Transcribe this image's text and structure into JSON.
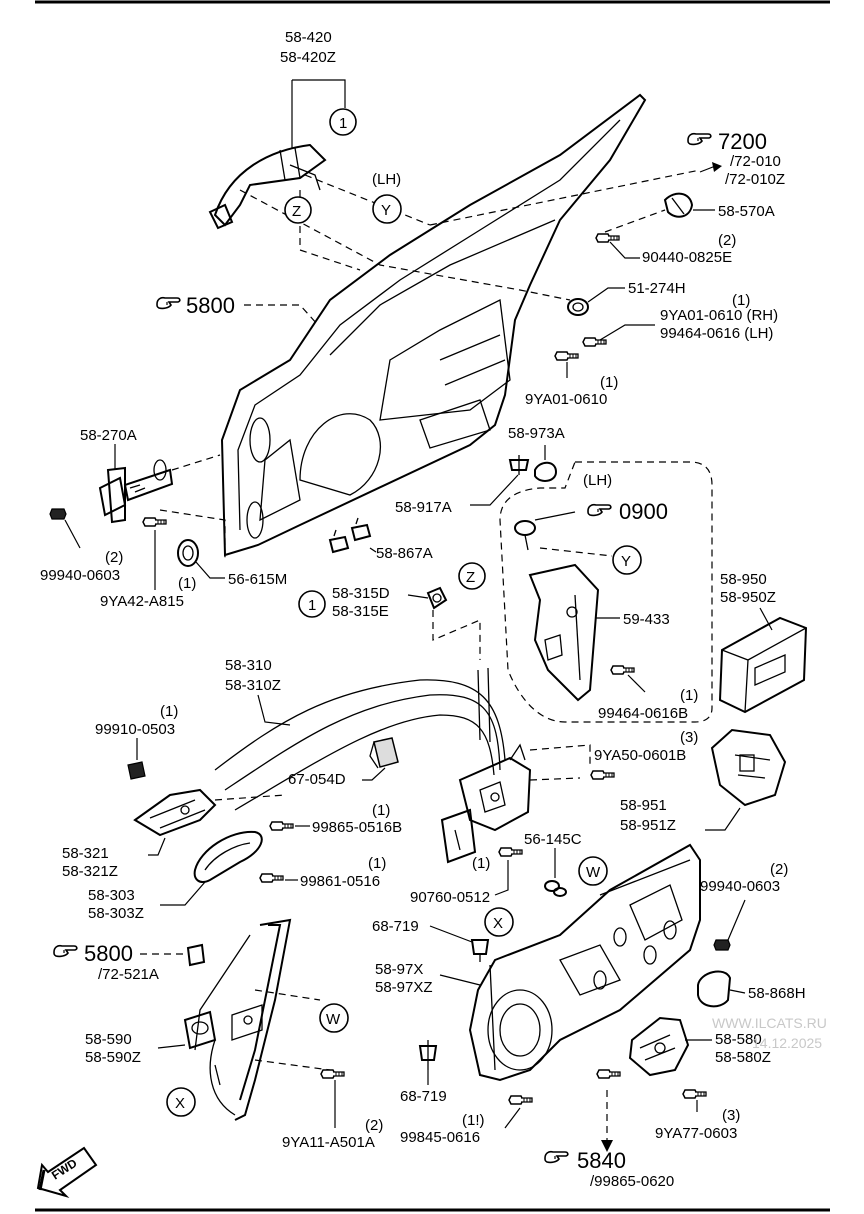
{
  "watermark": {
    "site": "WWW.ILCATS.RU",
    "date": "14.12.2025"
  },
  "fwd_label": "FWD",
  "labels": {
    "p58_420": "58-420",
    "p58_420z": "58-420Z",
    "p7200": "7200",
    "p72_010": "/72-010",
    "p72_010z": "/72-010Z",
    "lh_top": "(LH)",
    "p58_570a": "58-570A",
    "q90440": "(2)",
    "p90440": "90440-0825E",
    "p5800_top": "5800",
    "p51_274h": "51-274H",
    "q9ya01_rh": "(1)",
    "p9ya01_rh": "9YA01-0610 (RH)",
    "p99464_lh": "99464-0616 (LH)",
    "q9ya01": "(1)",
    "p9ya01": "9YA01-0610",
    "p58_270a": "58-270A",
    "p58_973a": "58-973A",
    "p58_917a": "58-917A",
    "lh_box": "(LH)",
    "p0900": "0900",
    "p58_867a": "58-867A",
    "q99940_left": "(2)",
    "p99940_left": "99940-0603",
    "q9ya42": "(1)",
    "p9ya42": "9YA42-A815",
    "p56_615m": "56-615M",
    "p58_315d": "58-315D",
    "p58_315e": "58-315E",
    "p59_433": "59-433",
    "p58_950": "58-950",
    "p58_950z": "58-950Z",
    "q99464b": "(1)",
    "p99464b": "99464-0616B",
    "p58_310": "58-310",
    "p58_310z": "58-310Z",
    "q99910": "(1)",
    "p99910": "99910-0503",
    "p67_054d": "67-054D",
    "q9ya50": "(3)",
    "p9ya50": "9YA50-0601B",
    "q99865_0516": "(1)",
    "p99865_0516": "99865-0516B",
    "p58_321": "58-321",
    "p58_321z": "58-321Z",
    "p56_145c": "56-145C",
    "p58_951": "58-951",
    "p58_951z": "58-951Z",
    "q99861": "(1)",
    "p99861": "99861-0516",
    "q90760": "(1)",
    "p90760": "90760-0512",
    "p58_303": "58-303",
    "p58_303z": "58-303Z",
    "q99940_right": "(2)",
    "p99940_right": "99940-0603",
    "p68_719_top": "68-719",
    "p5800_bottom": "5800",
    "p72_521a": "/72-521A",
    "p58_97x": "58-97X",
    "p58_97xz": "58-97XZ",
    "p58_868h": "58-868H",
    "p58_590": "58-590",
    "p58_590z": "58-590Z",
    "p58_580": "58-580",
    "p58_580z": "58-580Z",
    "p68_719_bottom": "68-719",
    "q9ya11": "(2)",
    "p9ya11": "9YA11-A501A",
    "q99845": "(1!)",
    "p99845": "99845-0616",
    "q9ya77": "(3)",
    "p9ya77": "9YA77-0603",
    "p5840": "5840",
    "p99865_0620": "/99865-0620"
  },
  "callouts": {
    "one": "1",
    "z": "Z",
    "y": "Y",
    "x": "X",
    "w": "W"
  },
  "icons": [
    "hand-pointer-icon",
    "fwd-arrow-icon"
  ]
}
